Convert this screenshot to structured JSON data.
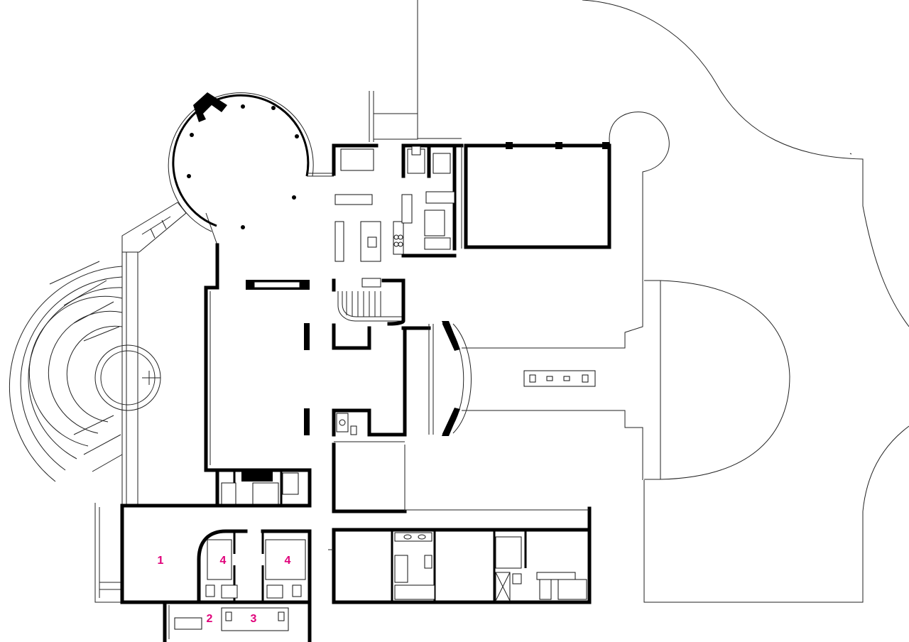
{
  "colors": {
    "label": "#e0007a",
    "walls": "#000000",
    "lines": "#222222",
    "background": "#ffffff"
  },
  "room_labels": [
    "1",
    "4",
    "4",
    "2",
    "3"
  ]
}
